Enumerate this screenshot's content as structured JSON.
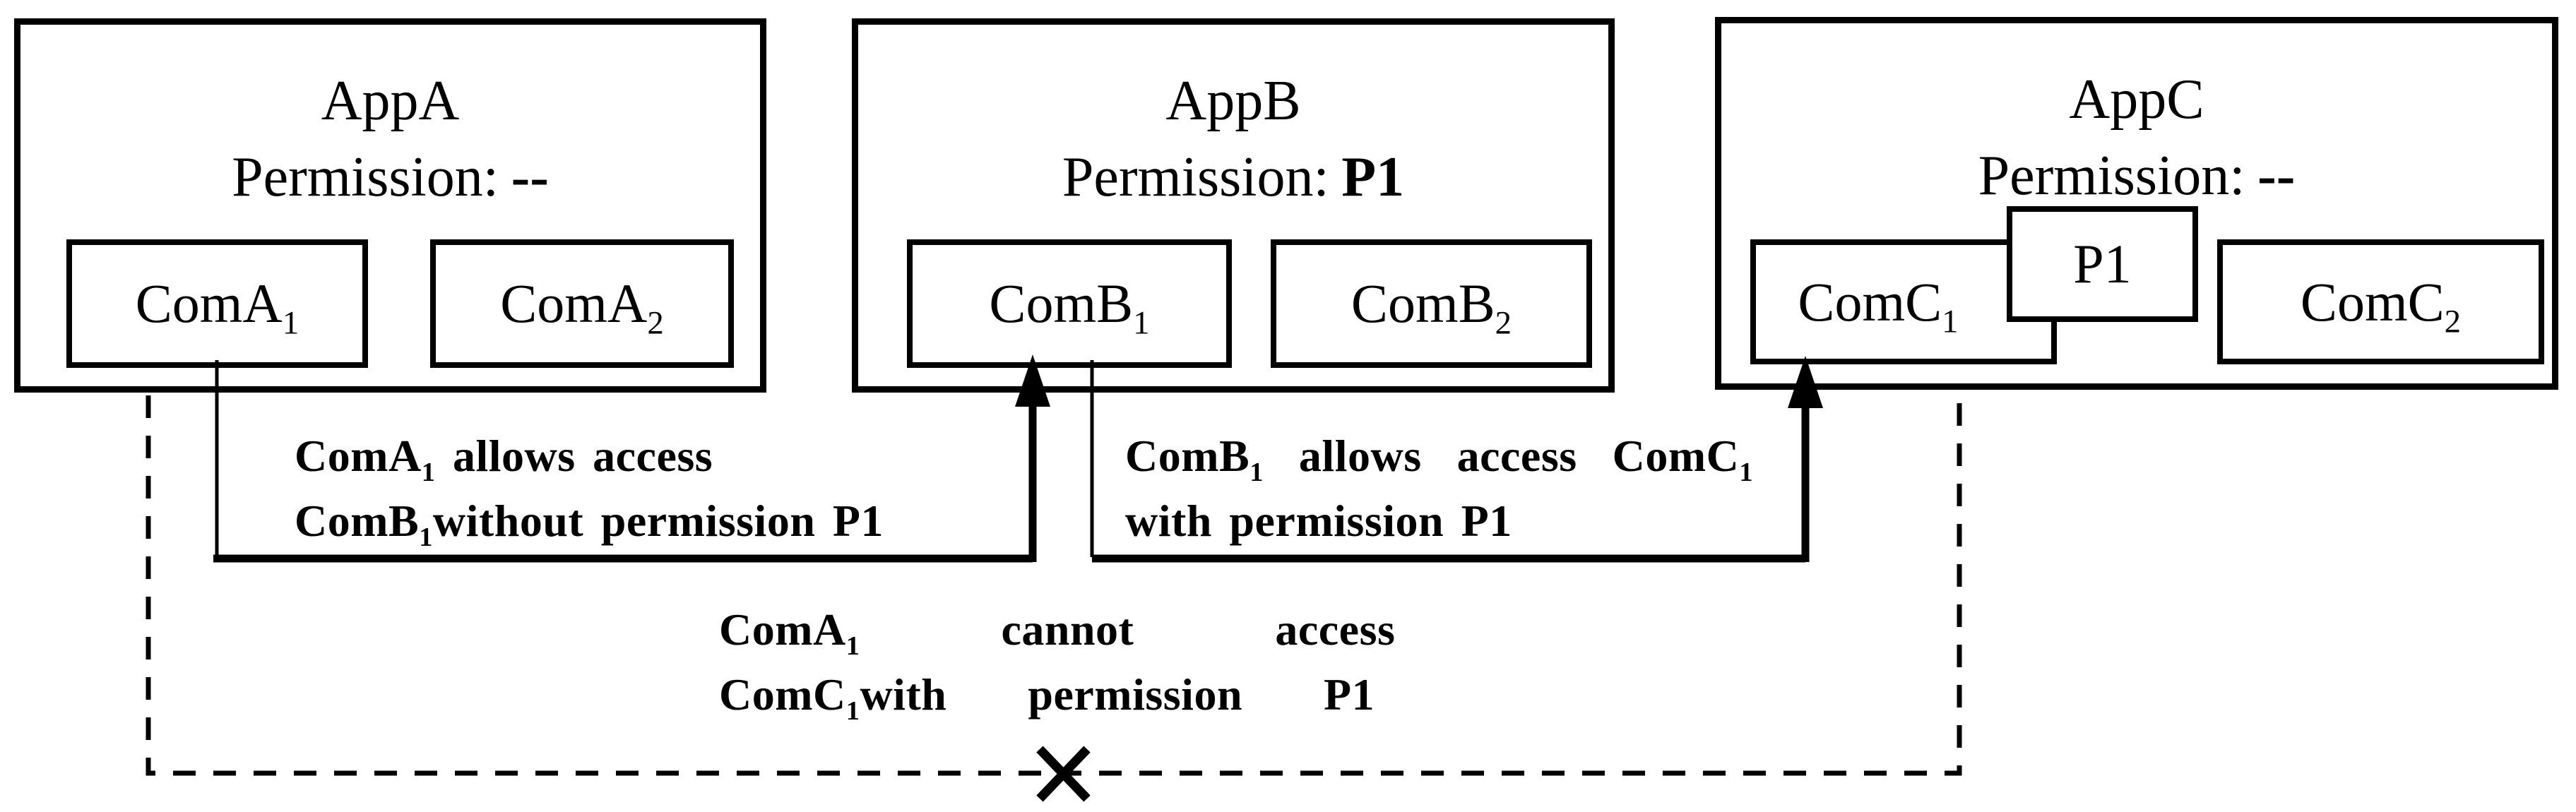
{
  "page": {
    "background_color": "#ffffff",
    "ink_color": "#000000"
  },
  "apps": [
    {
      "title": "AppA",
      "permission_label": "Permission:",
      "permission_value": "--",
      "components": [
        {
          "base": "ComA",
          "sub": "1"
        },
        {
          "base": "ComA",
          "sub": "2"
        }
      ]
    },
    {
      "title": "AppB",
      "permission_label": "Permission:",
      "permission_value": "P1",
      "components": [
        {
          "base": "ComB",
          "sub": "1"
        },
        {
          "base": "ComB",
          "sub": "2"
        }
      ]
    },
    {
      "title": "AppC",
      "permission_label": "Permission:",
      "permission_value": "--",
      "inline_permission_box": "P1",
      "components": [
        {
          "base": "ComC",
          "sub": "1"
        },
        {
          "base": "ComC",
          "sub": "2"
        }
      ]
    }
  ],
  "annotations": {
    "allow_comb1": {
      "line1": {
        "base": "ComA",
        "sub": "1",
        "tail": " allows access"
      },
      "line2": {
        "base": "ComB",
        "sub": "1",
        "tail": "without permission P1"
      }
    },
    "allow_comc1": {
      "line1_words": [
        {
          "base": "ComB",
          "sub": "1"
        },
        {
          "base": "allows"
        },
        {
          "base": "access"
        },
        {
          "base": "ComC",
          "sub": "1"
        }
      ],
      "line2": "with permission P1"
    },
    "deny_comc1": {
      "line1_words": [
        {
          "base": "ComA",
          "sub": "1"
        },
        {
          "base": "cannot"
        },
        {
          "base": "access"
        }
      ],
      "line2_words": [
        {
          "base": "ComC",
          "sub": "1",
          "tail": "with"
        },
        {
          "base": "permission"
        },
        {
          "base": "P1"
        }
      ]
    }
  }
}
